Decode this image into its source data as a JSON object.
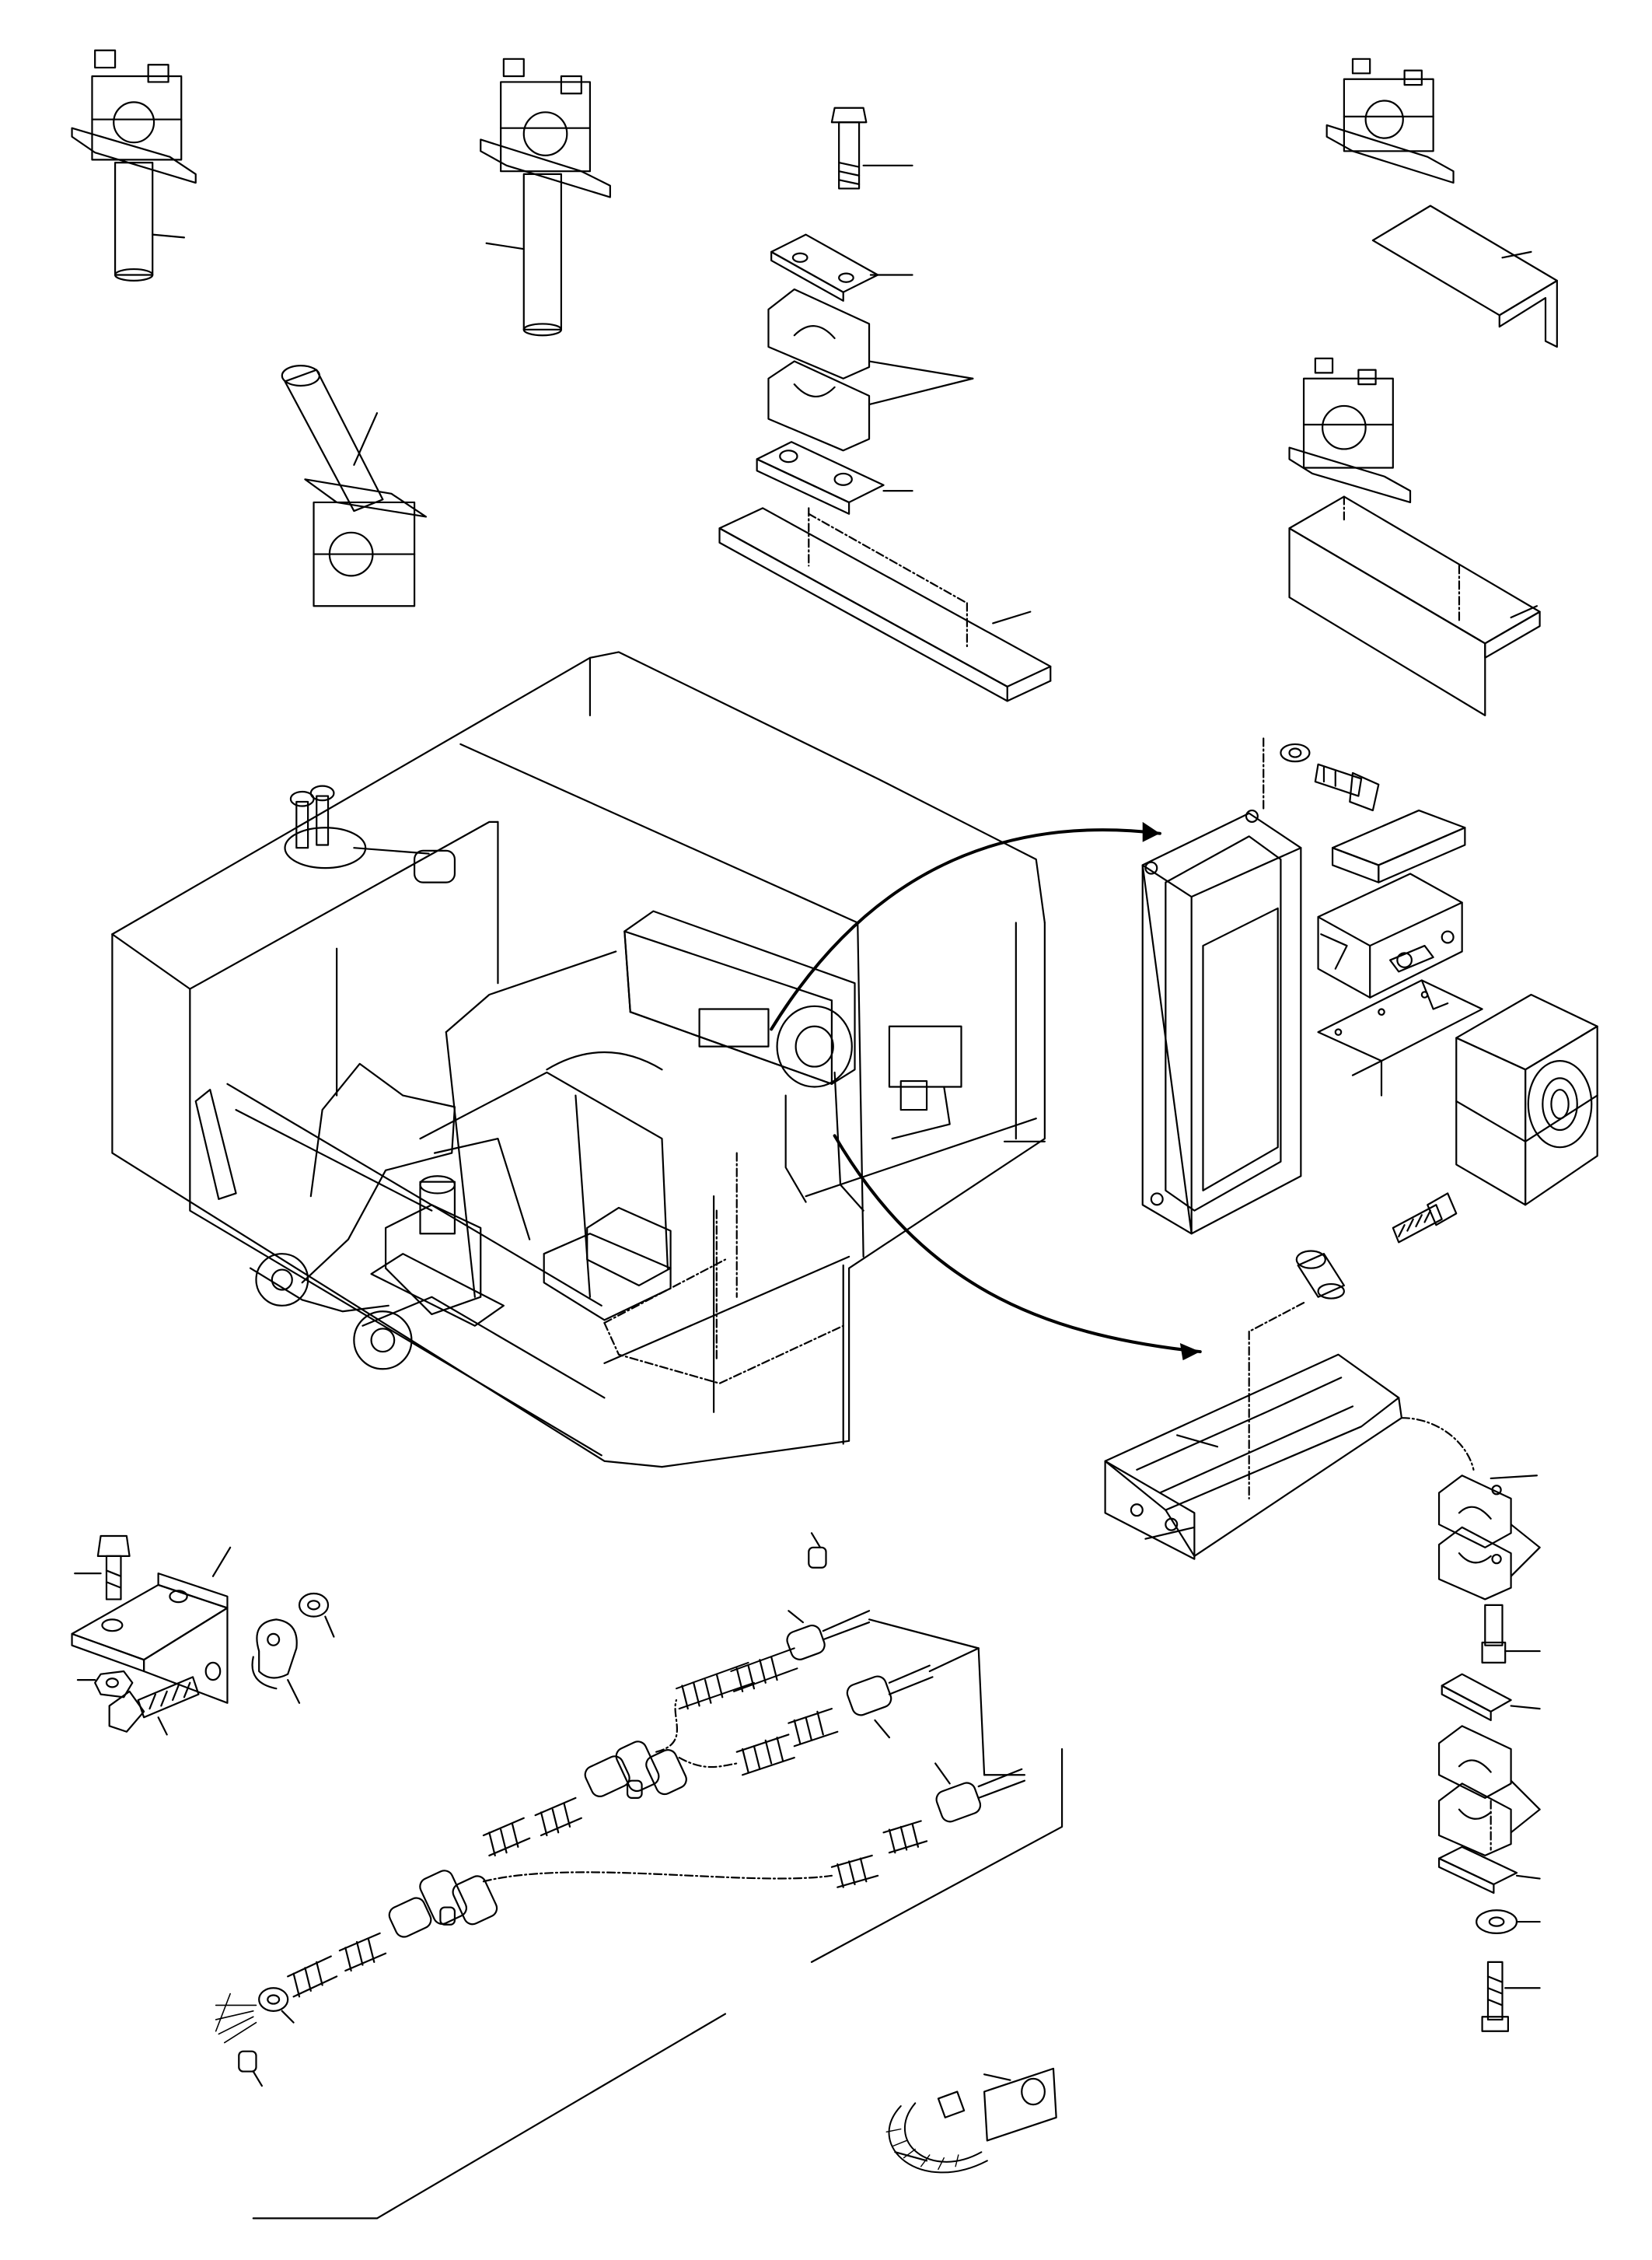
{
  "diagram": {
    "type": "exploded-parts-drawing",
    "text_labels": [],
    "colors": {
      "line": "#000000",
      "paper": "#ffffff"
    },
    "parts": [
      "clamp-on-post-left",
      "clamp-on-post-center",
      "clamp-on-angled-tube",
      "bolt-top",
      "cover-plate",
      "clamp-halves-pair",
      "weld-plate",
      "flat-bar",
      "clamp-on-angle-bracket-top",
      "clamp-on-angle-bracket-lower",
      "machine-frame",
      "clamp-box-housing",
      "mounting-block",
      "clamp-body-insert",
      "rubber-block",
      "support-bracket",
      "spacer",
      "bracket-bolt",
      "angle-bracket-small",
      "hose-clip",
      "hose-assembly",
      "cable-tie",
      "label-tag",
      "clamp-stack-right"
    ]
  }
}
